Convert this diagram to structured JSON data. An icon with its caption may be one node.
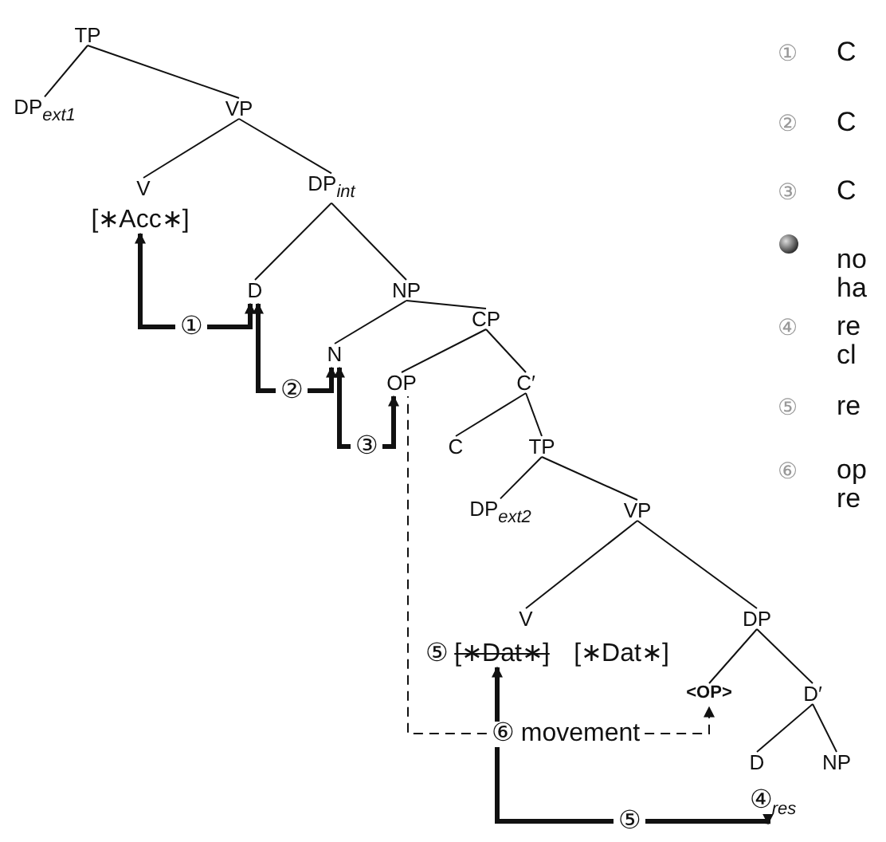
{
  "diagram": {
    "nodes": [
      {
        "text": [
          "TP"
        ]
      },
      {
        "text": [
          "DP$_{ext1}$"
        ]
      },
      {
        "text": [
          "VP"
        ]
      },
      {
        "text": [
          "V"
        ]
      },
      {
        "text": [
          "[∗Acc∗]"
        ]
      },
      {
        "text": [
          "DP$_{int}$"
        ]
      },
      {
        "text": [
          "D"
        ]
      },
      {
        "text": [
          "NP"
        ]
      },
      {
        "text": [
          "N"
        ]
      },
      {
        "text": [
          "CP"
        ]
      },
      {
        "text": [
          "OP"
        ]
      },
      {
        "text": [
          "C′"
        ]
      },
      {
        "text": [
          "C"
        ]
      },
      {
        "text": [
          "TP"
        ]
      },
      {
        "text": [
          "DP$_{ext2}$"
        ]
      },
      {
        "text": [
          "VP"
        ]
      },
      {
        "text": [
          "V"
        ]
      },
      {
        "text": [
          "[∗Dat∗]"
        ],
        "beside": [
          "⑤"
        ]
      },
      {
        "text": [
          "[∗Dat∗]"
        ]
      },
      {
        "text": [
          "DP"
        ]
      },
      {
        "text": [
          "<OP>"
        ]
      },
      {
        "text": [
          "D′"
        ]
      },
      {
        "text": [
          "D"
        ]
      },
      {
        "text": [
          "NP"
        ]
      },
      {
        "text": [
          "④$_{res}$"
        ]
      },
      {
        "text": [
          "①"
        ]
      },
      {
        "text": [
          "②"
        ]
      },
      {
        "text": [
          "③"
        ]
      },
      {
        "text": [
          "⑥ movement"
        ]
      },
      {
        "text": [
          "⑤"
        ]
      }
    ],
    "edges": [
      {
        "from": 0,
        "to": 1,
        "arrow": "none"
      },
      {
        "from": 0,
        "to": 2,
        "arrow": "none"
      },
      {
        "from": 2,
        "to": 3,
        "arrow": "none"
      },
      {
        "from": 2,
        "to": 5,
        "arrow": "none"
      },
      {
        "from": 5,
        "to": 6,
        "arrow": "none"
      },
      {
        "from": 5,
        "to": 7,
        "arrow": "none"
      },
      {
        "from": 7,
        "to": 8,
        "arrow": "none"
      },
      {
        "from": 7,
        "to": 9,
        "arrow": "none"
      },
      {
        "from": 9,
        "to": 10,
        "arrow": "none"
      },
      {
        "from": 9,
        "to": 11,
        "arrow": "none"
      },
      {
        "from": 11,
        "to": 12,
        "arrow": "none"
      },
      {
        "from": 11,
        "to": 13,
        "arrow": "none"
      },
      {
        "from": 13,
        "to": 14,
        "arrow": "none"
      },
      {
        "from": 13,
        "to": 15,
        "arrow": "none"
      },
      {
        "from": 15,
        "to": 16,
        "arrow": "none"
      },
      {
        "from": 15,
        "to": 19,
        "arrow": "none"
      },
      {
        "from": 19,
        "to": 20,
        "arrow": "none"
      },
      {
        "from": 19,
        "to": 21,
        "arrow": "none"
      },
      {
        "from": 21,
        "to": 22,
        "arrow": "none"
      },
      {
        "from": 21,
        "to": 23,
        "arrow": "none"
      },
      {
        "from": 25,
        "to": 4,
        "arrow": "to",
        "style": "thick"
      },
      {
        "from": 25,
        "to": 6,
        "arrow": "to",
        "style": "thick"
      },
      {
        "from": 26,
        "to": 6,
        "arrow": "to",
        "style": "thick"
      },
      {
        "from": 26,
        "to": 8,
        "arrow": "to",
        "style": "thick"
      },
      {
        "from": 27,
        "to": 8,
        "arrow": "to",
        "style": "thick"
      },
      {
        "from": 27,
        "to": 10,
        "arrow": "to",
        "style": "thick"
      },
      {
        "from": 28,
        "to": 10,
        "arrow": "none",
        "style": "dashed"
      },
      {
        "from": 28,
        "to": 20,
        "arrow": "to",
        "style": "dashed"
      },
      {
        "from": 28,
        "to": 17,
        "arrow": "to",
        "style": "thick"
      },
      {
        "from": 29,
        "to": 28,
        "arrow": "none",
        "style": "thick"
      },
      {
        "from": 29,
        "to": 24,
        "arrow": "to",
        "style": "thick"
      }
    ],
    "labels": [
      "①",
      "C",
      "②",
      "C",
      "③",
      "C",
      "no ha",
      "④",
      "re cl",
      "⑤",
      "re",
      "⑥",
      "op re"
    ]
  }
}
